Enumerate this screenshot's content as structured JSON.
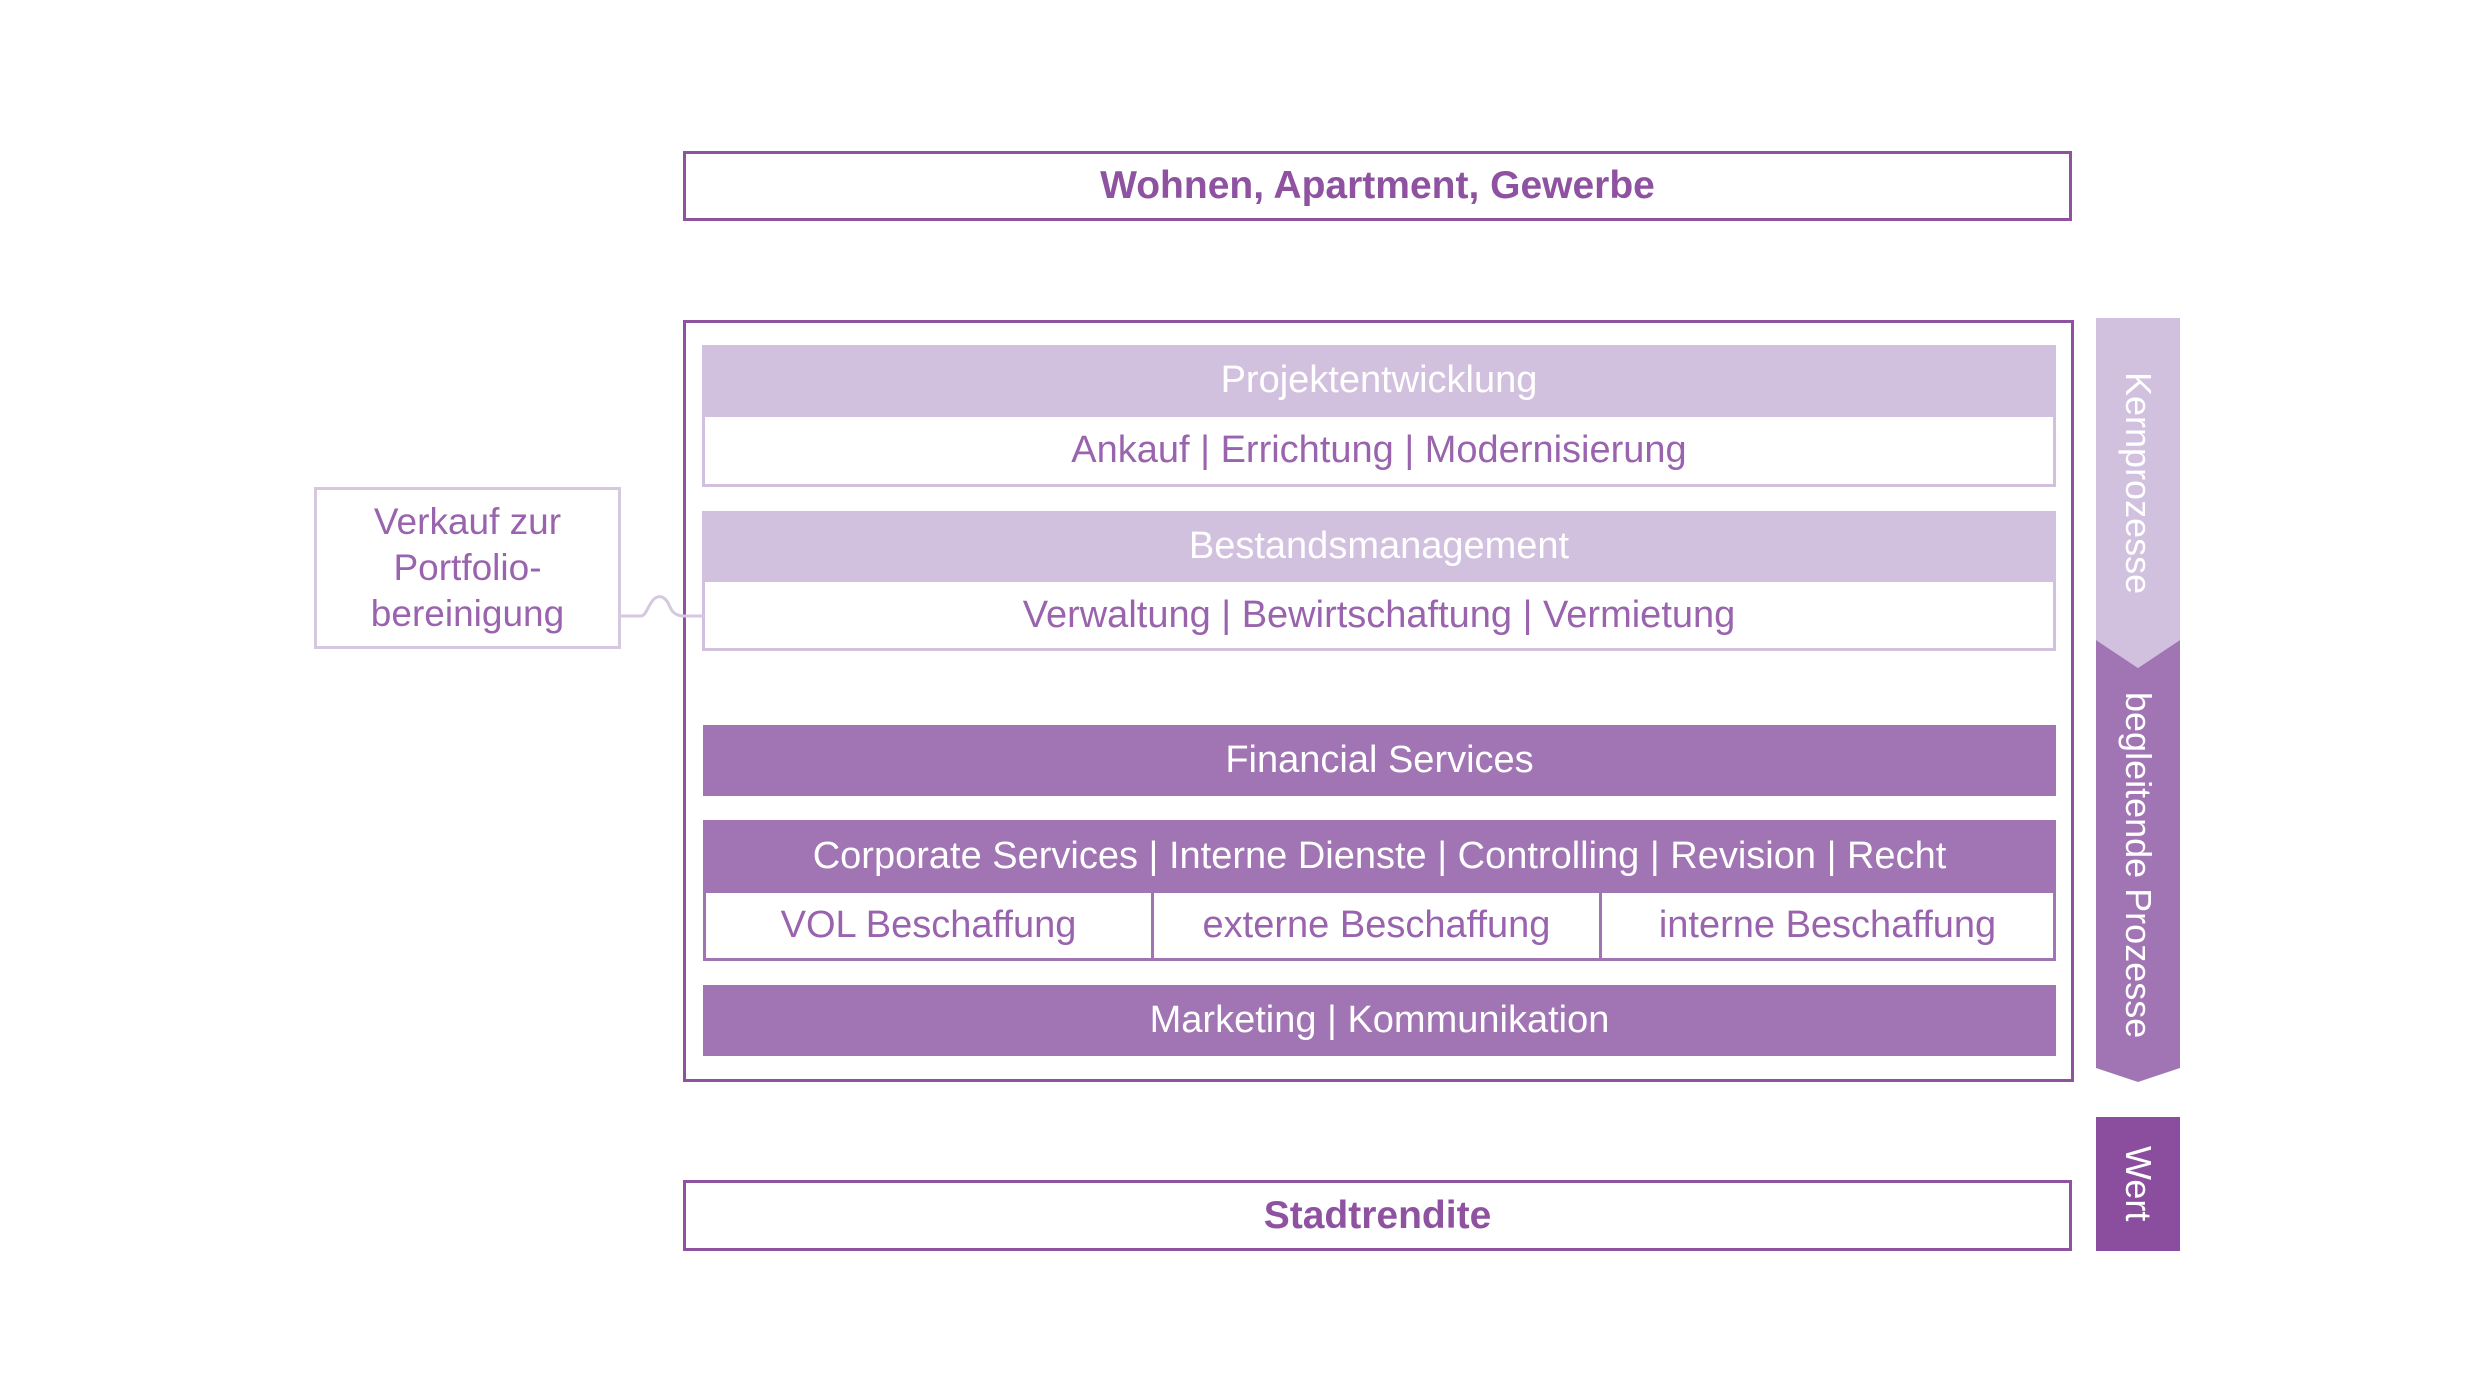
{
  "top_box": {
    "label": "Wohnen, Apartment, Gewerbe"
  },
  "core": {
    "projekt": {
      "title": "Projektentwicklung",
      "sub": "Ankauf | Errichtung | Modernisierung"
    },
    "bestand": {
      "title": "Bestandsmanagement",
      "sub": "Verwaltung | Bewirtschaftung | Vermietung"
    }
  },
  "support": {
    "financial": "Financial Services",
    "corporate": {
      "title": "Corporate Services | Interne Dienste | Controlling | Revision | Recht",
      "cells": [
        "VOL Beschaffung",
        "externe Beschaffung",
        "interne Beschaffung"
      ]
    },
    "marketing": "Marketing | Kommunikation"
  },
  "side": {
    "lines": [
      "Verkauf zur",
      "Portfolio-",
      "bereinigung"
    ]
  },
  "arrows": {
    "kern": "Kernprozesse",
    "begleitend": "begleitende Prozesse",
    "wert": "Wert"
  },
  "bottom_box": {
    "label": "Stadtrendite"
  },
  "colors": {
    "primary": "#8e52a1",
    "light": "#d2c0df",
    "medium": "#a175b4",
    "dark": "#8b4e9f"
  }
}
